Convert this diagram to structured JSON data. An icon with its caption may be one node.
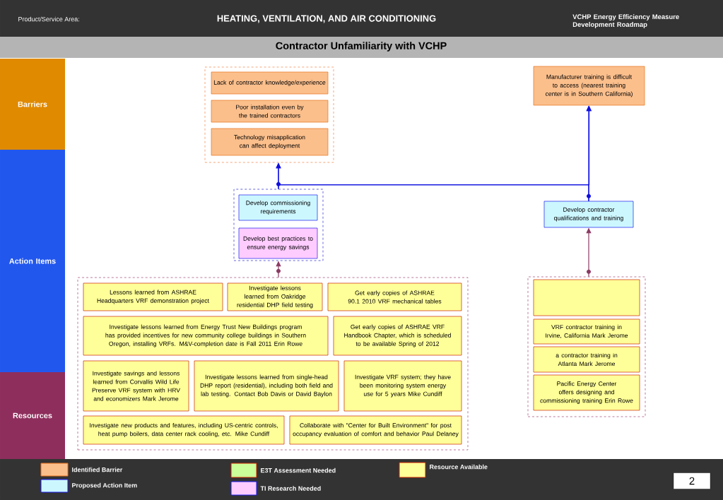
{
  "diagram": {
    "title": "Contractor Unfamiliarity with VCHP",
    "nodes": [
      {
        "text": [
          "Barriers"
        ]
      },
      {
        "text": [
          "Action Items"
        ]
      },
      {
        "text": [
          "Resources"
        ]
      },
      {
        "text": [],
        "shape": "box"
      },
      {
        "text": [
          "Lack of contractor knowledge/experience"
        ],
        "in": 3
      },
      {
        "text": [
          "Poor installation even by the trained contractors"
        ],
        "in": 3
      },
      {
        "text": [
          "Technology misapplication can affect deployment"
        ],
        "in": 3
      },
      {
        "text": [
          "Manufacturer training is difficult to access (nearest training center is in Southern California)"
        ]
      },
      {
        "text": [],
        "shape": "box"
      },
      {
        "text": [
          "Develop commissioning requirements"
        ],
        "in": 8
      },
      {
        "text": [
          "Develop best practices to ensure energy savings"
        ],
        "in": 8
      },
      {
        "text": [
          "Develop contractor qualifications and training"
        ]
      },
      {
        "text": [],
        "shape": "box"
      },
      {
        "text": [
          "Lessons learned from ASHRAE Headquarters VRF demonstration project"
        ],
        "in": 12
      },
      {
        "text": [
          "Investigate lessons learned from Oakridge residential DHP field testing"
        ],
        "in": 12
      },
      {
        "text": [
          "Get early copies of ASHRAE 90.1 2010 VRF mechanical tables"
        ],
        "in": 12
      },
      {
        "text": [
          "Investigate lessons learned from Energy Trust New Buildings program has provided incentives for new community college buildings in Southern Oregon, installing VRFs. M&V-completion date is Fall 2011 Erin Rowe"
        ],
        "in": 12
      },
      {
        "text": [
          "Get early copies of ASHRAE VRF Handbook Chapter, which is scheduled to be available Spring of 2012"
        ],
        "in": 12
      },
      {
        "text": [
          "Investigate savings and lessons learned from Corvallis Wild Life Preserve VRF system with HRV and economizers Mark Jerome"
        ],
        "in": 12
      },
      {
        "text": [
          "Investigate lessons learned from single-head DHP report (residential), including both field and lab testing. Contact Bob Davis or David Baylon"
        ],
        "in": 12
      },
      {
        "text": [
          "Investigate VRF system; they have been monitoring system energy use for 5 years Mike Cundiff"
        ],
        "in": 12
      },
      {
        "text": [
          "Investigate new products and features, including US-centric controls, heat pump boilers, data center rack cooling, etc. Mike Cundiff"
        ],
        "in": 12
      },
      {
        "text": [
          "Collaborate with \"Center for Built Environment\" for post occupancy evaluation of comfort and behavior Paul Delaney"
        ],
        "in": 12
      },
      {
        "text": [],
        "shape": "box"
      },
      {
        "text": [],
        "shape": "box",
        "in": 23
      },
      {
        "text": [
          "VRF contractor training in Irvine, California Mark Jerome"
        ],
        "in": 23
      },
      {
        "text": [
          "a contractor training in Atlanta Mark Jerome"
        ],
        "in": 23
      },
      {
        "text": [
          "Pacific Energy Center offers designing and commissioning training Erin Rowe"
        ],
        "in": 23
      }
    ],
    "edges": [
      {
        "from": 8,
        "to": 3,
        "arrow": "to"
      },
      {
        "from": 8,
        "to": 7,
        "arrow": "to"
      },
      {
        "from": 11,
        "to": 7,
        "arrow": "to"
      },
      {
        "from": 11,
        "to": 3,
        "arrow": "to"
      },
      {
        "from": 12,
        "to": 8,
        "arrow": "to",
        "color": "#8b3a62"
      },
      {
        "from": 23,
        "to": 11,
        "arrow": "to",
        "color": "#8b3a62"
      }
    ],
    "labels": [
      "Product/Service Area:",
      "HEATING, VENTILATION, AND AIR CONDITIONING",
      "VCHP Energy Efficiency Measure Development Roadmap",
      "2"
    ],
    "legend": [
      {
        "text": "Identified Barrier",
        "color": "#fbbf8c"
      },
      {
        "text": "Proposed Action Item",
        "color": "#ccf7ff"
      },
      {
        "text": "E3T Assessment Needed",
        "color": "#ccff99"
      },
      {
        "text": "TI Research Needed",
        "color": "#ffccff"
      },
      {
        "text": "Resource Available",
        "color": "#ffff99"
      }
    ]
  }
}
